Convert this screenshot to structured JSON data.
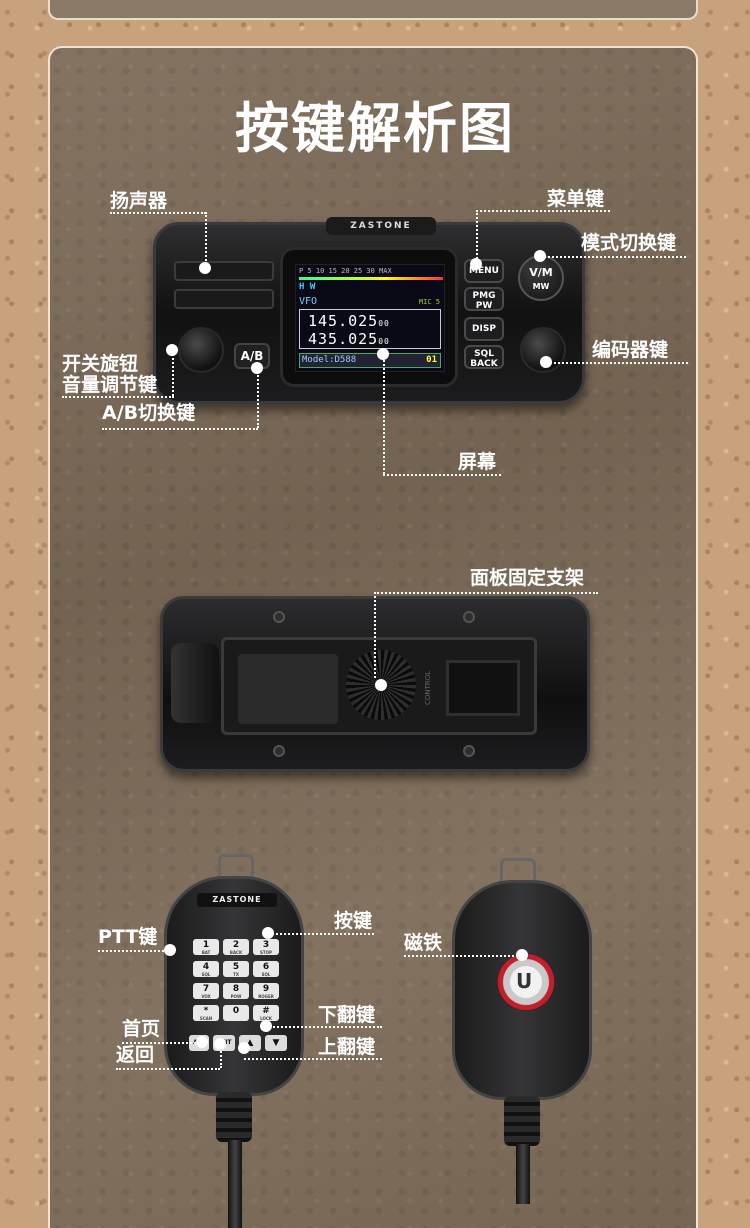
{
  "title": "按键解析图",
  "labels": {
    "speaker": "扬声器",
    "menu_key": "菜单键",
    "mode_key": "模式切换键",
    "power_knob_1": "开关旋钮",
    "power_knob_2": "音量调节键",
    "encoder_key": "编码器键",
    "ab_key": "A/B切换键",
    "screen": "屏幕",
    "bracket": "面板固定支架",
    "ptt_key": "PTT键",
    "keypad": "按键",
    "magnet": "磁铁",
    "page_down": "下翻键",
    "home": "首页",
    "back": "返回",
    "page_up": "上翻键"
  },
  "radio": {
    "brand": "ZASTONE",
    "ab": "A/B",
    "menu": "MENU",
    "vm": "V/M",
    "mw": "MW",
    "pmg": "PMG",
    "pw": "PW",
    "disp": "DISP",
    "sql": "SQL",
    "back": "BACK",
    "control": "CONTROL"
  },
  "display": {
    "meter_scale": "P    5  10 15 20 25 30 MAX",
    "icons": "H   W",
    "mode": "VFO",
    "mic": "MIC 5",
    "freq_a": "145.025",
    "freq_a_suffix": "00",
    "freq_b": "435.025",
    "freq_b_suffix": "00",
    "model": "Model:D588",
    "channel": "01"
  },
  "mic": {
    "brand": "ZASTONE",
    "keys": [
      {
        "main": "1",
        "sub": "BAT"
      },
      {
        "main": "2",
        "sub": "BACK"
      },
      {
        "main": "3",
        "sub": "STOP"
      },
      {
        "main": "4",
        "sub": "SQL"
      },
      {
        "main": "5",
        "sub": "TX"
      },
      {
        "main": "6",
        "sub": "SQL"
      },
      {
        "main": "7",
        "sub": "VOX"
      },
      {
        "main": "8",
        "sub": "POW"
      },
      {
        "main": "9",
        "sub": "ROGER"
      },
      {
        "main": "*",
        "sub": "SCAN"
      },
      {
        "main": "0",
        "sub": ""
      },
      {
        "main": "#",
        "sub": "LOCK"
      },
      {
        "main": "A/U",
        "sub": ""
      },
      {
        "main": "EXIT",
        "sub": ""
      },
      {
        "main": "▲",
        "sub": ""
      },
      {
        "main": "▼",
        "sub": ""
      }
    ]
  },
  "colors": {
    "panel": "#7d6b58",
    "accent_red": "#c21f2a",
    "text": "#ffffff"
  }
}
